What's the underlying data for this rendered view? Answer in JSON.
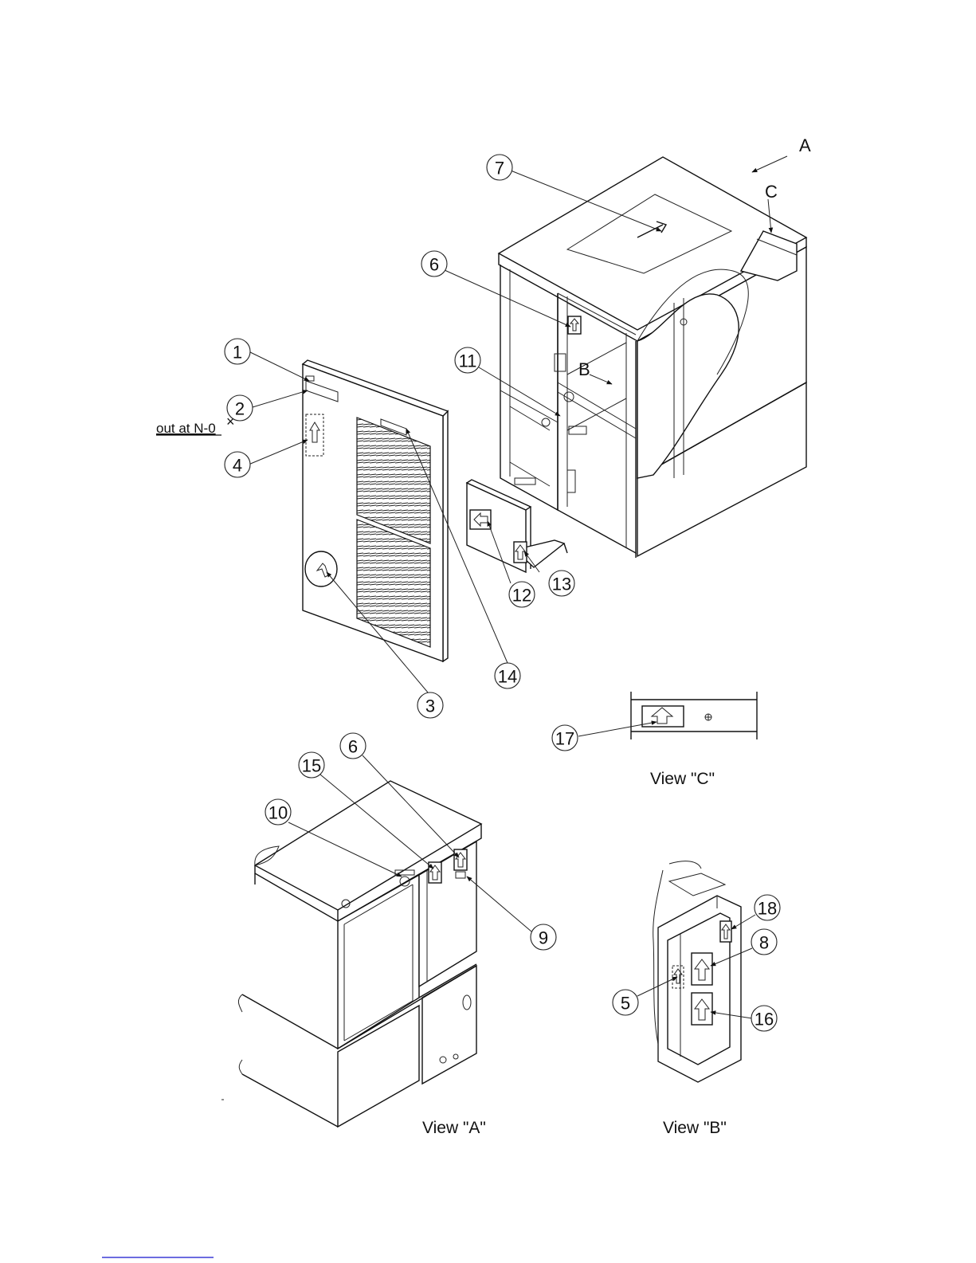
{
  "annotations": {
    "cut_note": "out at N-0",
    "cut_mark": "×",
    "letter_a": "A",
    "letter_b": "B",
    "letter_c": "C"
  },
  "callouts": {
    "c1": "1",
    "c2": "2",
    "c3": "3",
    "c4": "4",
    "c5": "5",
    "c6": "6",
    "c6b": "6",
    "c7": "7",
    "c8": "8",
    "c9": "9",
    "c10": "10",
    "c11": "11",
    "c12": "12",
    "c13": "13",
    "c14": "14",
    "c15": "15",
    "c16": "16",
    "c17": "17",
    "c18": "18"
  },
  "views": {
    "view_a": "View \"A\"",
    "view_b": "View \"B\"",
    "view_c": "View \"C\""
  },
  "colors": {
    "line": "#111111",
    "footer_rule": "#3b3bd6",
    "background": "#ffffff"
  }
}
